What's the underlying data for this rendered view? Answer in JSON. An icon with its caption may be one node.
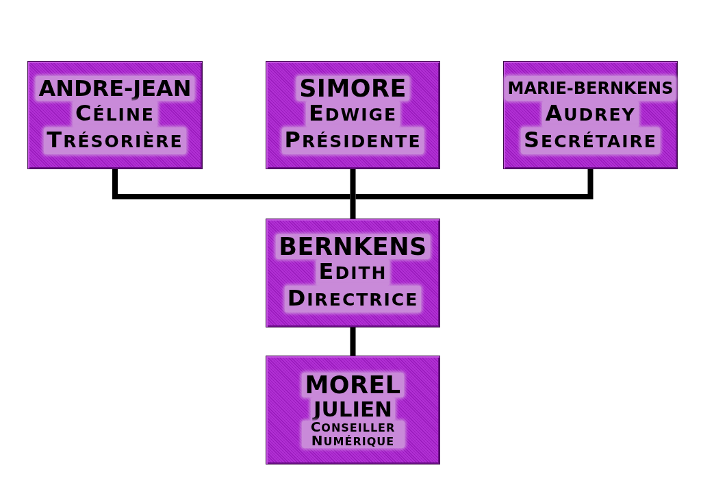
{
  "diagram": {
    "nodes": [
      {
        "text": [
          "ANDRE-JEAN",
          "CÉLINE",
          "TRÉSORIÈRE"
        ]
      },
      {
        "text": [
          "SIMORE",
          "EDWIGE",
          "PRÉSIDENTE"
        ]
      },
      {
        "text": [
          "MARIE-BERNKENS",
          "AUDREY",
          "SECRÉTAIRE"
        ]
      },
      {
        "text": [
          "BERNKENS",
          "EDITH",
          "DIRECTRICE"
        ]
      },
      {
        "text": [
          "MOREL",
          "JULIEN",
          "CONSEILLER NUMÉRIQUE"
        ]
      }
    ],
    "edges": [
      {
        "from": 0,
        "to": 3,
        "arrow": "none"
      },
      {
        "from": 1,
        "to": 3,
        "arrow": "none"
      },
      {
        "from": 2,
        "to": 3,
        "arrow": "none"
      },
      {
        "from": 3,
        "to": 4,
        "arrow": "none"
      }
    ]
  }
}
